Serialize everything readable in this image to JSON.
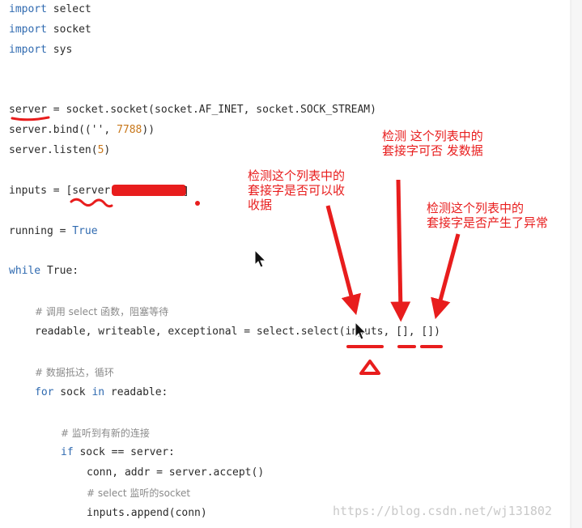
{
  "code": {
    "line1": [
      {
        "t": "import",
        "c": "kw"
      },
      {
        "t": " select",
        "c": ""
      }
    ],
    "line2": [
      {
        "t": "import",
        "c": "kw"
      },
      {
        "t": " socket",
        "c": ""
      }
    ],
    "line3": [
      {
        "t": "import",
        "c": "kw"
      },
      {
        "t": " sys",
        "c": ""
      }
    ],
    "line4": [
      {
        "t": "server = socket.socket(socket.AF_INET, socket.SOCK_STREAM)",
        "c": ""
      }
    ],
    "line5": [
      {
        "t": "server.bind(('', ",
        "c": ""
      },
      {
        "t": "7788",
        "c": "num"
      },
      {
        "t": "))",
        "c": ""
      }
    ],
    "line6": [
      {
        "t": "server.listen(",
        "c": ""
      },
      {
        "t": "5",
        "c": "num"
      },
      {
        "t": ")",
        "c": ""
      }
    ],
    "line7": [
      {
        "t": "inputs = [server",
        "c": ""
      }
    ],
    "line8": [
      {
        "t": "running = ",
        "c": ""
      },
      {
        "t": "True",
        "c": "kw"
      }
    ],
    "line9": [
      {
        "t": "while",
        "c": "kw"
      },
      {
        "t": " True:",
        "c": ""
      }
    ],
    "line10": [
      {
        "t": "# 调用 select 函数，阻塞等待",
        "c": "cmt"
      }
    ],
    "line11": [
      {
        "t": "readable, writeable, exceptional = select.select(inputs, [], [])",
        "c": ""
      }
    ],
    "line12": [
      {
        "t": "# 数据抵达，循环",
        "c": "cmt"
      }
    ],
    "line13": [
      {
        "t": "for",
        "c": "kw"
      },
      {
        "t": " sock ",
        "c": ""
      },
      {
        "t": "in",
        "c": "kw"
      },
      {
        "t": " readable:",
        "c": ""
      }
    ],
    "line14": [
      {
        "t": "# 监听到有新的连接",
        "c": "cmt"
      }
    ],
    "line15": [
      {
        "t": "if",
        "c": "kw"
      },
      {
        "t": " sock == server:",
        "c": ""
      }
    ],
    "line16": [
      {
        "t": "conn, addr = server.accept()",
        "c": ""
      }
    ],
    "line17": [
      {
        "t": "# select 监听的socket",
        "c": "cmt"
      }
    ],
    "line18": [
      {
        "t": "inputs.append(conn)",
        "c": ""
      }
    ]
  },
  "annotations": {
    "note_read": "检测这个列表中的\n套接字是否可以收\n收据",
    "note_write": "检测 这个列表中的\n套接字可否 发数据",
    "note_except": "检测这个列表中的\n套接字是否产生了异常"
  },
  "watermark": "https://blog.csdn.net/wj131802",
  "colors": {
    "annotation_red": "#e81d1d",
    "keyword_blue": "#2f6ab0",
    "number_orange": "#c8771a",
    "comment_gray": "#8a8a8a"
  }
}
